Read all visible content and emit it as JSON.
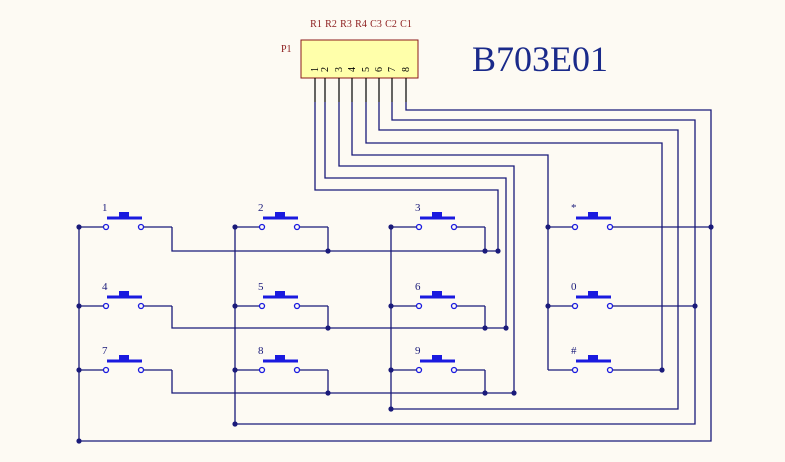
{
  "diagram": {
    "title": "B703E01",
    "connector": {
      "ref": "P1",
      "signals": [
        "R1",
        "R2",
        "R3",
        "R4",
        "C3",
        "C2",
        "C1"
      ],
      "pins": [
        "1",
        "2",
        "3",
        "4",
        "5",
        "6",
        "7",
        "8"
      ]
    },
    "keys": [
      "1",
      "2",
      "3",
      "4",
      "5",
      "6",
      "7",
      "8",
      "9",
      "*",
      "0",
      "#"
    ]
  },
  "colors": {
    "wire": "#1a1a7a",
    "switch": "#1a1adf",
    "connector_fill": "#ffffaa",
    "connector_border": "#8b1a1a",
    "background": "#fdfaf3"
  }
}
